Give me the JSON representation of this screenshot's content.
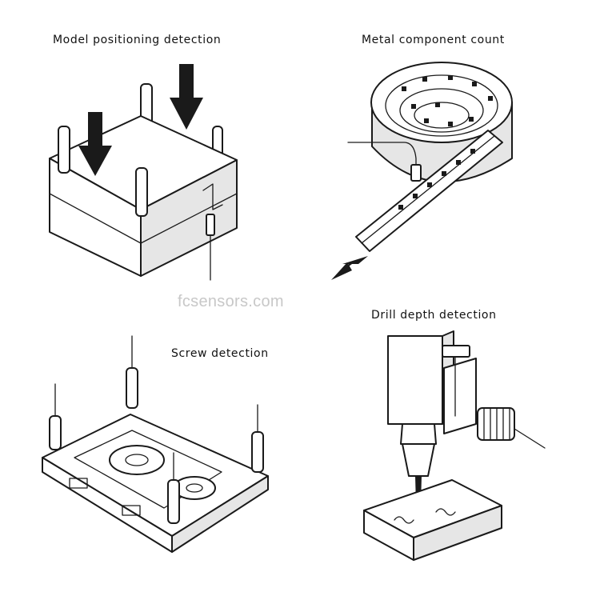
{
  "labels": {
    "model_positioning": "Model positioning detection",
    "metal_count": "Metal component count",
    "screw": "Screw detection",
    "drill_depth": "Drill depth detection"
  },
  "watermark": "fcsensors.com",
  "icons": [
    "down-arrow-icon",
    "left-arrow-icon",
    "sensor-icon"
  ],
  "colors": {
    "line": "#1a1a1a",
    "background": "#ffffff",
    "shade": "#e6e6e6",
    "watermark": "#c8c8c8"
  }
}
